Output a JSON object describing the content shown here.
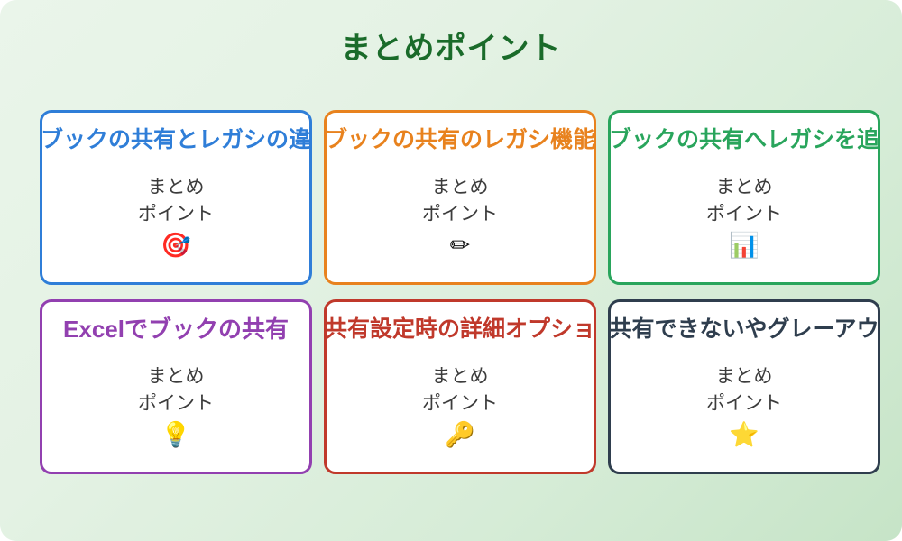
{
  "slide": {
    "title": "まとめポイント",
    "title_color": "#1a6b2a",
    "background_from": "#eaf5ea",
    "background_to": "#c6e4c7"
  },
  "cards": [
    {
      "title": "ブックの共有とレガシの違",
      "body": "まとめ\nポイント",
      "icon": "target-icon",
      "icon_glyph": "🎯",
      "accent": "#2f7ed8"
    },
    {
      "title": "ブックの共有のレガシ機能",
      "body": "まとめ\nポイント",
      "icon": "pencil-icon",
      "icon_glyph": "✏",
      "accent": "#e8821e"
    },
    {
      "title": "ブックの共有へレガシを追",
      "body": "まとめ\nポイント",
      "icon": "bar-chart-icon",
      "icon_glyph": "📊",
      "accent": "#29a55c"
    },
    {
      "title": "Excelでブックの共有",
      "body": "まとめ\nポイント",
      "icon": "lightbulb-icon",
      "icon_glyph": "💡",
      "accent": "#9240b0"
    },
    {
      "title": "共有設定時の詳細オプショ",
      "body": "まとめ\nポイント",
      "icon": "key-icon",
      "icon_glyph": "🔑",
      "accent": "#c0392b"
    },
    {
      "title": "共有できないやグレーアウ",
      "body": "まとめ\nポイント",
      "icon": "star-icon",
      "icon_glyph": "⭐",
      "accent": "#2f3e4e"
    }
  ]
}
